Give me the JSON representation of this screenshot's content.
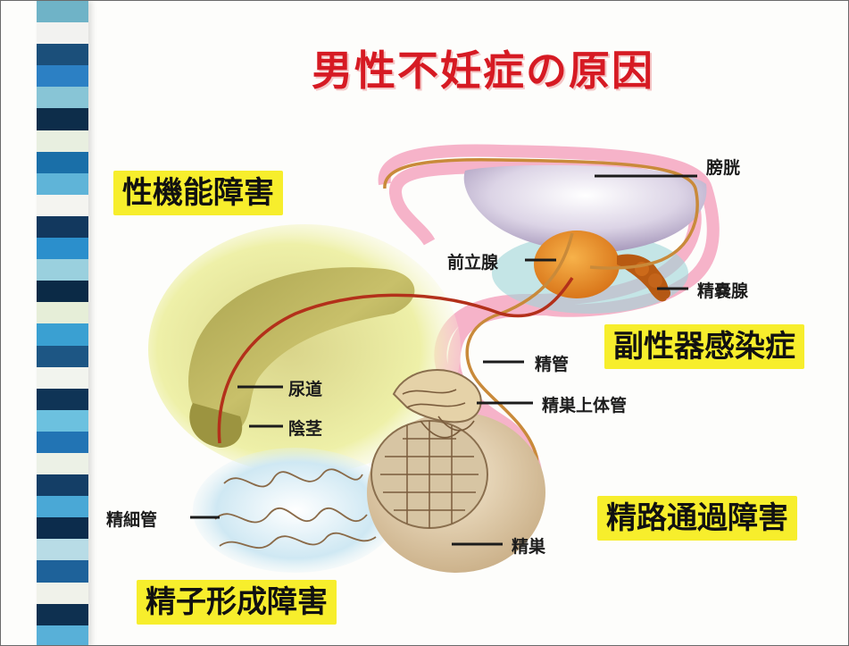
{
  "title": "男性不妊症の原因",
  "categories": {
    "sexual_dysfunction": "性機能障害",
    "accessory_gland_infection": "副性器感染症",
    "sperm_transport_disorder": "精路通過障害",
    "spermatogenesis_disorder": "精子形成障害"
  },
  "anatomy_labels": {
    "bladder": "膀胱",
    "prostate": "前立腺",
    "seminal_vesicle": "精嚢腺",
    "vas_deferens": "精管",
    "efferent_ducts": "精巣上体管",
    "urethra": "尿道",
    "penis": "陰茎",
    "seminiferous_tubule": "精細管",
    "testis": "精巣"
  },
  "colors": {
    "title": "#d61a23",
    "category_box": "#f7ee2c",
    "stripe": [
      "#6fb3c7",
      "#f2f2f0",
      "#1b4f7a",
      "#2c80c4",
      "#88c5d6",
      "#0d2d4a",
      "#e8efe0",
      "#1a6fa8",
      "#5fb4d8",
      "#f4f4f0",
      "#12385e",
      "#2b8fcc",
      "#9ad0de",
      "#0b2a46",
      "#e6eed8",
      "#3aa0d2",
      "#1d5684",
      "#f2f4ee",
      "#0f3456",
      "#6cc1df",
      "#2274b4",
      "#ecf1e6",
      "#143e66",
      "#4aa8d6",
      "#0c2c4c",
      "#b8dce6",
      "#1e629a",
      "#f0f2ea",
      "#0e3050",
      "#58b0d8"
    ]
  }
}
